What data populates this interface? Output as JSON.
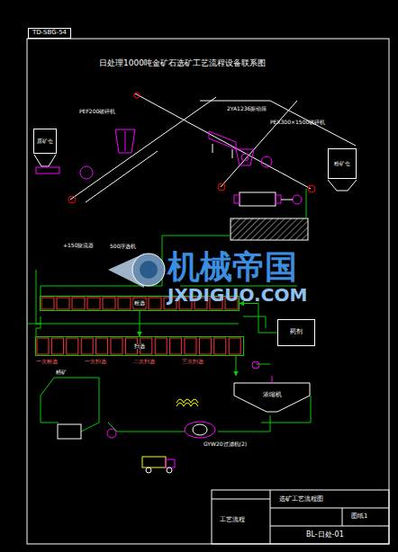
{
  "diagram": {
    "title": "日处理1000吨金矿石选矿工艺流程设备联系图",
    "nodes": [
      {
        "text": [
          "TD-SBG-54"
        ]
      },
      {
        "text": [
          "药剂"
        ]
      },
      {
        "text": [
          "原矿仓"
        ]
      },
      {
        "text": [
          "粉矿仓"
        ]
      },
      {
        "text": [
          "粗选"
        ]
      },
      {
        "text": [
          "扫选"
        ]
      },
      {
        "text": [
          "浓缩机"
        ]
      }
    ],
    "edges": [
      {
        "from": 4,
        "to": 5,
        "arrow": "to"
      },
      {
        "from": 5,
        "to": 6,
        "arrow": "to"
      },
      {
        "from": 1,
        "to": 4,
        "arrow": "to"
      }
    ],
    "labels": [
      "PEF200破碎机",
      "2YA1236振动筛",
      "PEX300×1500破碎机",
      "+150旋流器",
      "500浮选机",
      "一次粗选",
      "一次扫选",
      "二次扫选",
      "三次扫选",
      "GYW20过滤机(2)",
      "精矿",
      "机械帝国",
      "JXDIGUO.COM",
      "工艺流程",
      "选矿工艺流程图",
      "图纸1",
      "BL-日处-01"
    ]
  }
}
